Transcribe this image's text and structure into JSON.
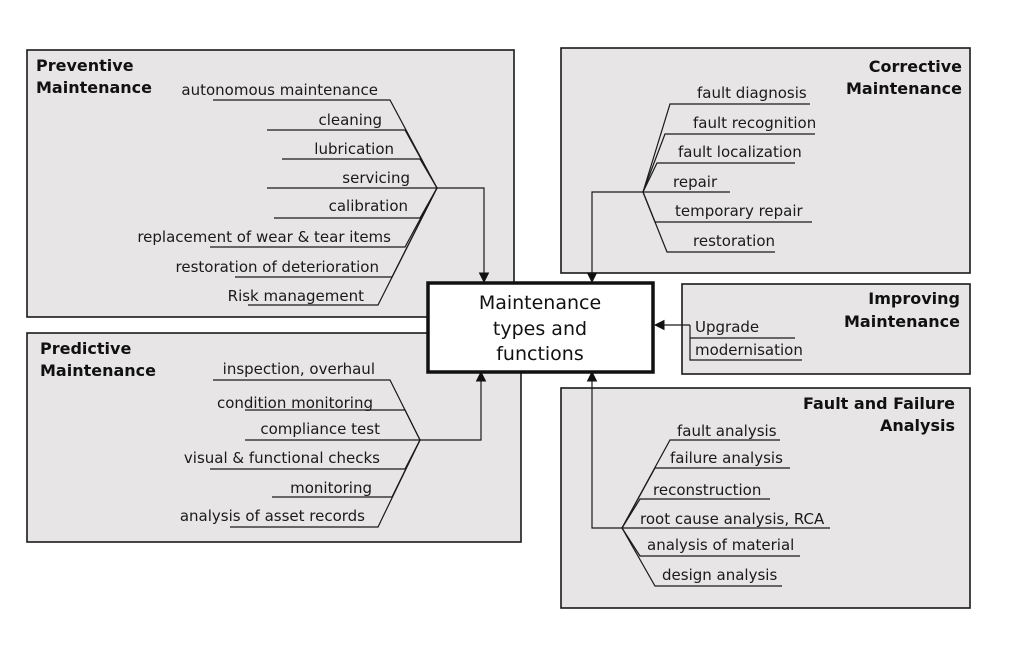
{
  "center": {
    "line1": "Maintenance",
    "line2": "types and",
    "line3": "functions"
  },
  "preventive": {
    "title1": "Preventive",
    "title2": "Maintenance",
    "items": [
      "autonomous maintenance",
      "cleaning",
      "lubrication",
      "servicing",
      "calibration",
      "replacement of wear & tear items",
      "restoration of deterioration",
      "Risk management"
    ]
  },
  "predictive": {
    "title1": "Predictive",
    "title2": "Maintenance",
    "items": [
      "inspection, overhaul",
      "condition monitoring",
      "compliance test",
      "visual & functional checks",
      "monitoring",
      "analysis of asset records"
    ]
  },
  "corrective": {
    "title1": "Corrective",
    "title2": "Maintenance",
    "items": [
      "fault diagnosis",
      "fault recognition",
      "fault localization",
      "repair",
      "temporary repair",
      "restoration"
    ]
  },
  "improving": {
    "title1": "Improving",
    "title2": "Maintenance",
    "items": [
      "Upgrade",
      "modernisation"
    ]
  },
  "fault": {
    "title1": "Fault and Failure",
    "title2": "Analysis",
    "items": [
      "fault analysis",
      "failure analysis",
      "reconstruction",
      "root cause analysis, RCA",
      "analysis of material",
      "design analysis"
    ]
  }
}
